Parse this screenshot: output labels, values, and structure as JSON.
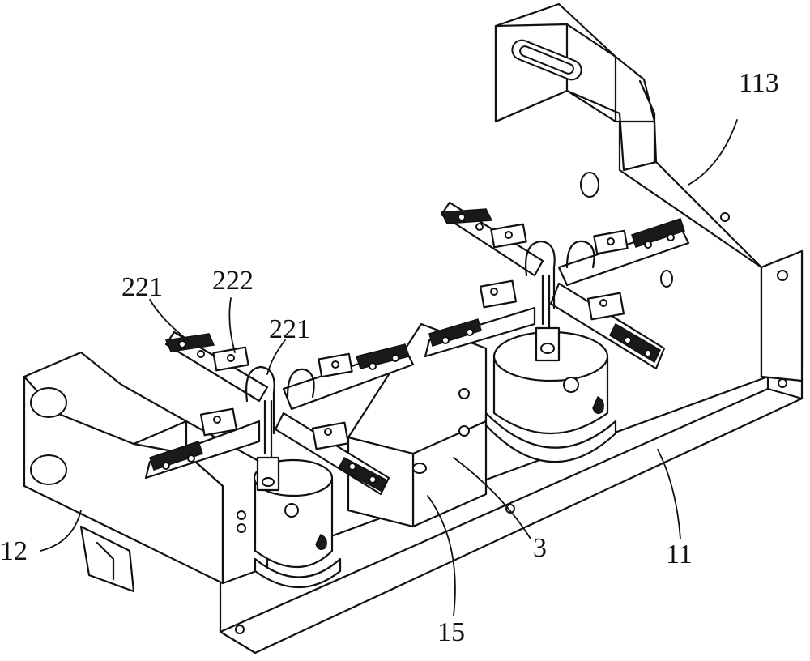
{
  "figure": {
    "labels": {
      "l113": "113",
      "l221a": "221",
      "l222": "222",
      "l221b": "221",
      "l12": "12",
      "l15": "15",
      "l3": "3",
      "l11": "11"
    }
  }
}
